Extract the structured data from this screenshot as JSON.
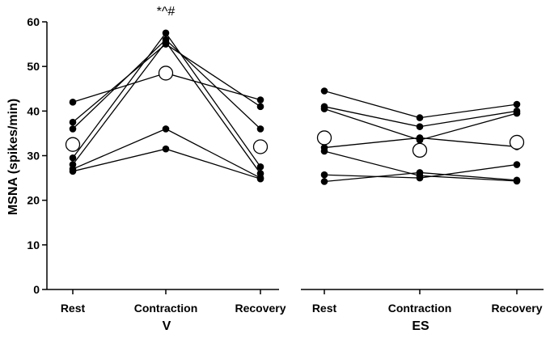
{
  "chart_data": {
    "type": "line",
    "ylabel": "MSNA (spikes/min)",
    "ylim": [
      0,
      60
    ],
    "yticks": [
      0,
      10,
      20,
      30,
      40,
      50,
      60
    ],
    "grid": false,
    "panels": [
      {
        "group_label": "V",
        "categories": [
          "Rest",
          "Contraction",
          "Recovery"
        ],
        "individual_series": [
          {
            "values": [
              42,
              48.5,
              42.5
            ]
          },
          {
            "values": [
              37.5,
              55,
              41
            ]
          },
          {
            "values": [
              36,
              56,
              36
            ]
          },
          {
            "values": [
              29.5,
              57.5,
              27.5
            ]
          },
          {
            "values": [
              28,
              55.5,
              26
            ]
          },
          {
            "values": [
              27,
              36,
              25
            ]
          },
          {
            "values": [
              26.5,
              31.5,
              24.8
            ]
          }
        ],
        "mean_series": {
          "values": [
            32.5,
            48.5,
            32
          ]
        },
        "annotations": [
          {
            "category": "Contraction",
            "text": "*^#"
          }
        ]
      },
      {
        "group_label": "ES",
        "categories": [
          "Rest",
          "Contraction",
          "Recovery"
        ],
        "individual_series": [
          {
            "values": [
              44.5,
              38.5,
              41.5
            ]
          },
          {
            "values": [
              41,
              36.5,
              40
            ]
          },
          {
            "values": [
              40.5,
              33.5,
              39.5
            ]
          },
          {
            "values": [
              31.8,
              34,
              32
            ]
          },
          {
            "values": [
              31,
              25.5,
              24.3
            ]
          },
          {
            "values": [
              25.7,
              25,
              28
            ]
          },
          {
            "values": [
              24.2,
              26.2,
              24.5
            ]
          }
        ],
        "mean_series": {
          "values": [
            34,
            31.2,
            33
          ]
        },
        "annotations": []
      }
    ]
  }
}
